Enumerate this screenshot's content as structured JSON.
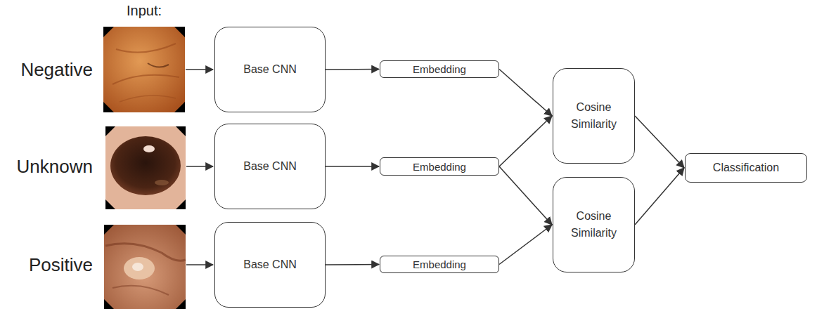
{
  "diagram": {
    "nodes": [
      {
        "text": [
          "Base CNN"
        ]
      },
      {
        "text": [
          "Base CNN"
        ]
      },
      {
        "text": [
          "Base CNN"
        ]
      },
      {
        "text": [
          "Embedding"
        ]
      },
      {
        "text": [
          "Embedding"
        ]
      },
      {
        "text": [
          "Embedding"
        ]
      },
      {
        "text": [
          "Cosine Similarity"
        ]
      },
      {
        "text": [
          "Cosine Similarity"
        ]
      },
      {
        "text": [
          "Classification"
        ]
      }
    ],
    "edges": [
      {
        "from": 0,
        "to": 3,
        "arrow": "to"
      },
      {
        "from": 1,
        "to": 4,
        "arrow": "to"
      },
      {
        "from": 2,
        "to": 5,
        "arrow": "to"
      },
      {
        "from": 3,
        "to": 6,
        "arrow": "to"
      },
      {
        "from": 4,
        "to": 6,
        "arrow": "to"
      },
      {
        "from": 4,
        "to": 7,
        "arrow": "to"
      },
      {
        "from": 5,
        "to": 7,
        "arrow": "to"
      },
      {
        "from": 6,
        "to": 8,
        "arrow": "to"
      },
      {
        "from": 7,
        "to": 8,
        "arrow": "to"
      }
    ],
    "labels": [
      "Input:",
      "Negative",
      "Unknown",
      "Positive"
    ]
  }
}
